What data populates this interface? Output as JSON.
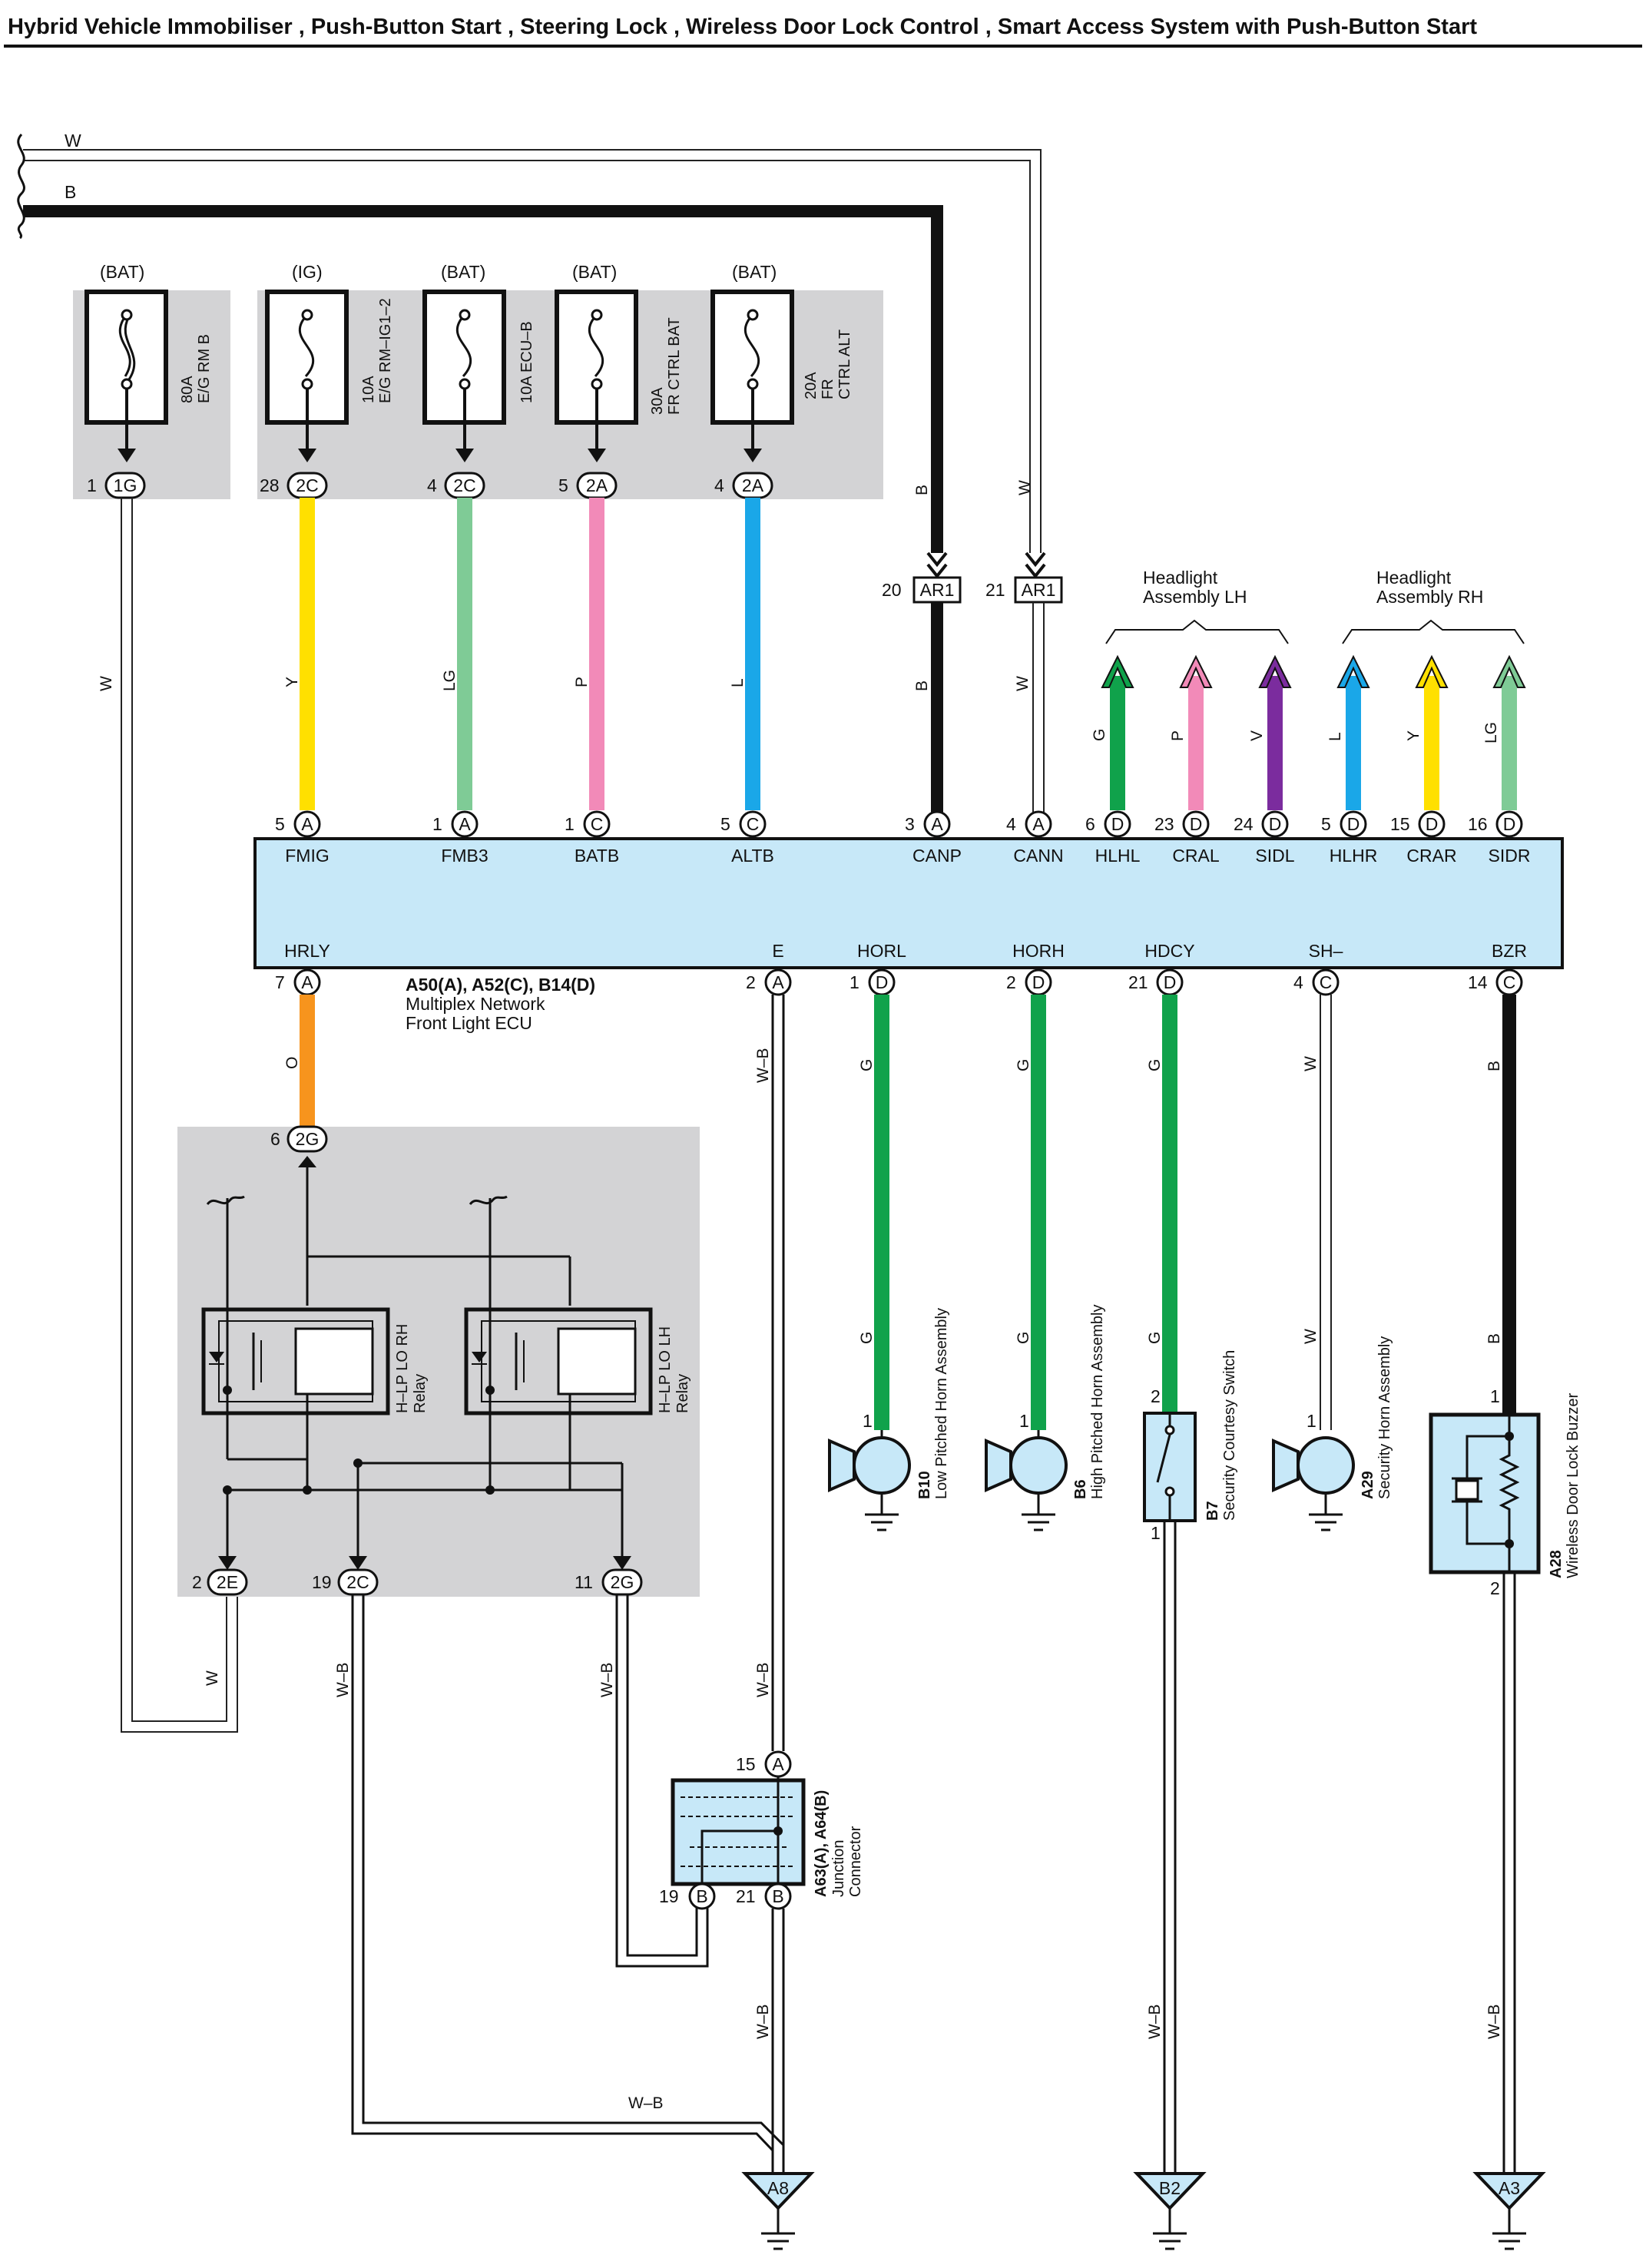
{
  "title": "Hybrid Vehicle Immobiliser , Push-Button Start , Steering Lock , Wireless Door Lock Control , Smart Access System with Push-Button Start",
  "top_wires": {
    "w": "W",
    "b": "B"
  },
  "fuses": [
    {
      "supply": "(BAT)",
      "line1": "80A",
      "line2": "E/G RM B",
      "pin": "1",
      "conn": "1G",
      "wire": "W"
    },
    {
      "supply": "(IG)",
      "line1": "10A",
      "line2": "E/G RM–IG1–2",
      "pin": "28",
      "conn": "2C",
      "wire": "Y"
    },
    {
      "supply": "(BAT)",
      "line1": "10A ECU–B",
      "line2": "",
      "pin": "4",
      "conn": "2C",
      "wire": "LG"
    },
    {
      "supply": "(BAT)",
      "line1": "30A",
      "line2": "FR CTRL BAT",
      "pin": "5",
      "conn": "2A",
      "wire": "P"
    },
    {
      "supply": "(BAT)",
      "line1": "20A",
      "line2": "FR",
      "line3": "CTRL ALT",
      "pin": "4",
      "conn": "2A",
      "wire": "L"
    }
  ],
  "ar1": [
    {
      "pin": "20",
      "conn": "AR1",
      "wire": "B"
    },
    {
      "pin": "21",
      "conn": "AR1",
      "wire": "W"
    }
  ],
  "headlights": {
    "lh": {
      "line1": "Headlight",
      "line2": "Assembly LH"
    },
    "rh": {
      "line1": "Headlight",
      "line2": "Assembly RH"
    },
    "wires": [
      "G",
      "P",
      "V",
      "L",
      "Y",
      "LG"
    ]
  },
  "ecu": {
    "top_pins": [
      {
        "pin": "5",
        "conn": "A",
        "term": "FMIG"
      },
      {
        "pin": "1",
        "conn": "A",
        "term": "FMB3"
      },
      {
        "pin": "1",
        "conn": "C",
        "term": "BATB"
      },
      {
        "pin": "5",
        "conn": "C",
        "term": "ALTB"
      },
      {
        "pin": "3",
        "conn": "A",
        "term": "CANP"
      },
      {
        "pin": "4",
        "conn": "A",
        "term": "CANN"
      },
      {
        "pin": "6",
        "conn": "D",
        "term": "HLHL"
      },
      {
        "pin": "23",
        "conn": "D",
        "term": "CRAL"
      },
      {
        "pin": "24",
        "conn": "D",
        "term": "SIDL"
      },
      {
        "pin": "5",
        "conn": "D",
        "term": "HLHR"
      },
      {
        "pin": "15",
        "conn": "D",
        "term": "CRAR"
      },
      {
        "pin": "16",
        "conn": "D",
        "term": "SIDR"
      }
    ],
    "bottom_pins": [
      {
        "pin": "7",
        "conn": "A",
        "term": "HRLY"
      },
      {
        "pin": "2",
        "conn": "A",
        "term": "E"
      },
      {
        "pin": "1",
        "conn": "D",
        "term": "HORL"
      },
      {
        "pin": "2",
        "conn": "D",
        "term": "HORH"
      },
      {
        "pin": "21",
        "conn": "D",
        "term": "HDCY"
      },
      {
        "pin": "4",
        "conn": "C",
        "term": "SH–"
      },
      {
        "pin": "14",
        "conn": "C",
        "term": "BZR"
      }
    ],
    "ref": "A50(A), A52(C), B14(D)",
    "name1": "Multiplex Network",
    "name2": "Front Light ECU"
  },
  "relay_block": {
    "top_pin": "6",
    "top_conn": "2G",
    "top_wire": "O",
    "relay_rh": {
      "line1": "H–LP LO RH",
      "line2": "Relay"
    },
    "relay_lh": {
      "line1": "H–LP LO LH",
      "line2": "Relay"
    },
    "bottom": [
      {
        "pin": "2",
        "conn": "2E",
        "wire": "W"
      },
      {
        "pin": "19",
        "conn": "2C",
        "wire": "W–B"
      },
      {
        "pin": "11",
        "conn": "2G",
        "wire": "W–B"
      }
    ]
  },
  "junction": {
    "ref": "A63(A), A64(B)",
    "name1": "Junction",
    "name2": "Connector",
    "pin_top": "15",
    "conn_top": "A",
    "pin_b1": "19",
    "conn_b1": "B",
    "pin_b2": "21",
    "conn_b2": "B",
    "wire_e": "W–B"
  },
  "components": [
    {
      "ref": "B10",
      "name": "Low Pitched Horn Assembly",
      "wire": "G",
      "pin": "1"
    },
    {
      "ref": "B6",
      "name": "High Pitched Horn Assembly",
      "wire": "G",
      "pin": "1"
    },
    {
      "ref": "B7",
      "name": "Security Courtesy Switch",
      "wire": "G",
      "pin": "2",
      "pin2": "1",
      "wire2": "W–B"
    },
    {
      "ref": "A29",
      "name": "Security Horn Assembly",
      "wire": "W",
      "pin": "1"
    },
    {
      "ref": "A28",
      "name": "Wireless Door Lock Buzzer",
      "wire": "B",
      "pin": "1",
      "pin2": "2",
      "wire2": "W–B"
    }
  ],
  "grounds": [
    "A8",
    "B2",
    "A3"
  ],
  "bottom_wire": "W–B",
  "colors": {
    "yellow": "#FFE000",
    "light_green": "#7FCB96",
    "pink": "#F28AB8",
    "blue": "#1AA7E8",
    "green": "#10A24B",
    "violet": "#7B2C9E",
    "orange": "#F7941D",
    "black": "#111111",
    "ecu_fill": "#C7E8F8",
    "gray_box": "#D3D3D5"
  }
}
